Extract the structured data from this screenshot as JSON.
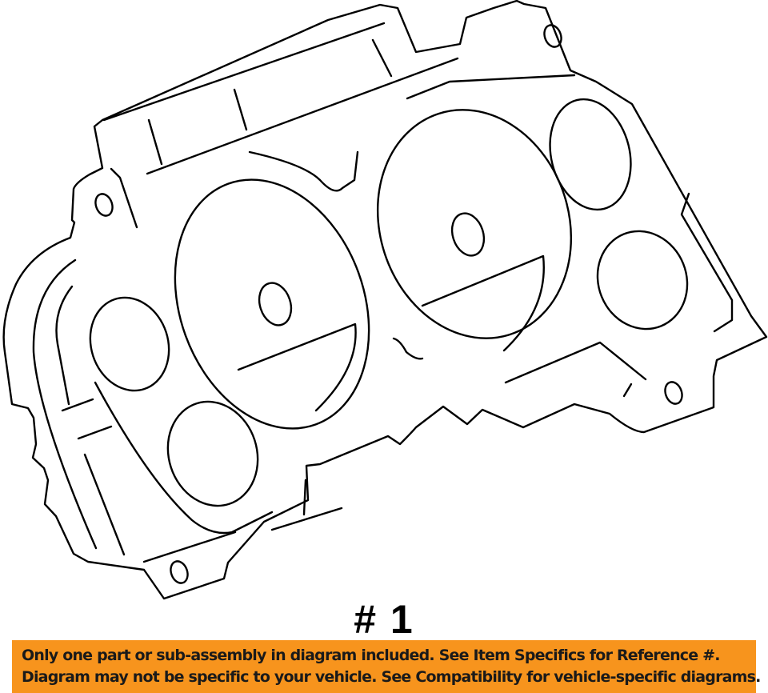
{
  "diagram": {
    "subject": "instrument-cluster-housing-outline",
    "reference_label": "# 1"
  },
  "banner": {
    "background_color": "#f7941d",
    "line1": "Only one part or sub-assembly in diagram included. See Item Specifics for Reference #.",
    "line2": "Diagram may not be specific to your vehicle. See Compatibility for vehicle-specific diagrams."
  }
}
